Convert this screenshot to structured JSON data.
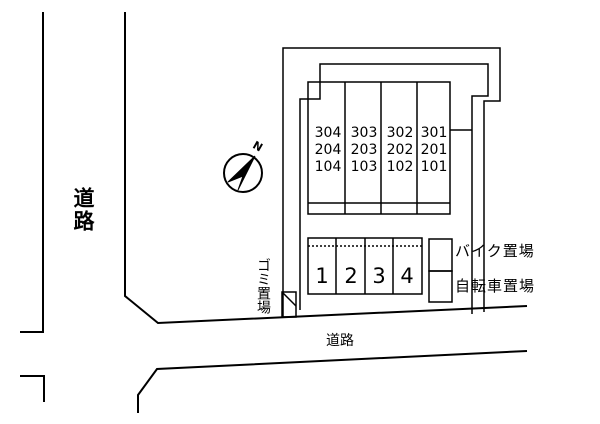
{
  "labels": {
    "road_vertical": "道路",
    "road_horizontal": "道路",
    "bike_parking": "バイク置場",
    "bicycle_parking": "自転車置場",
    "garbage": "ゴミ置場"
  },
  "building": {
    "columns": [
      {
        "rooms": [
          "304",
          "204",
          "104"
        ]
      },
      {
        "rooms": [
          "303",
          "203",
          "103"
        ]
      },
      {
        "rooms": [
          "302",
          "202",
          "102"
        ]
      },
      {
        "rooms": [
          "301",
          "201",
          "101"
        ]
      }
    ]
  },
  "parking": {
    "slots": [
      "1",
      "2",
      "3",
      "4"
    ]
  },
  "compass": {
    "direction_letter": "N"
  }
}
